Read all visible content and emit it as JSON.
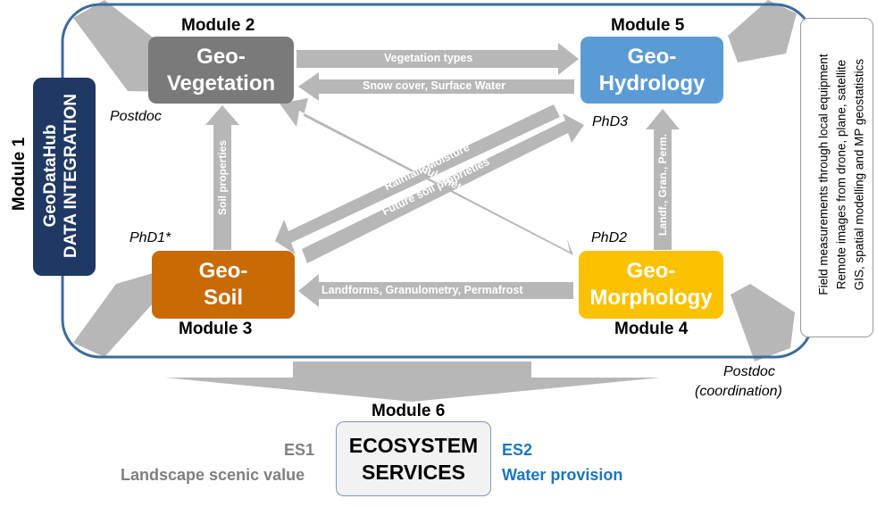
{
  "colors": {
    "frame": "#3d6b9e",
    "arrow": "#b7b7b7",
    "vegetation": "#7a7a7a",
    "hydrology": "#5b9bd5",
    "soil": "#c96a05",
    "morphology": "#fcc100",
    "hub": "#1f3864",
    "es2": "#1b76c0",
    "es1": "#808080"
  },
  "modules": {
    "m1_label": "Module 1",
    "m2_label": "Module 2",
    "m3_label": "Module 3",
    "m4_label": "Module 4",
    "m5_label": "Module 5",
    "m6_label": "Module 6"
  },
  "boxes": {
    "vegetation": [
      "Geo-",
      "Vegetation"
    ],
    "hydrology": [
      "Geo-",
      "Hydrology"
    ],
    "soil": [
      "Geo-",
      "Soil"
    ],
    "morphology": [
      "Geo-",
      "Morphology"
    ],
    "hub_line1": "GeoDataHub",
    "hub_line2": "DATA INTEGRATION",
    "services": [
      "ECOSYSTEM",
      "SERVICES"
    ]
  },
  "roles": {
    "m2": "Postdoc",
    "m5": "PhD3",
    "m3": "PhD1*",
    "m4": "PhD2",
    "coord_line1": "Postdoc",
    "coord_line2": "(coordination)"
  },
  "flows": {
    "veg_to_hydro": "Vegetation types",
    "hydro_to_veg": "Snow cover,  Surface Water",
    "soil_to_veg": "Soil properties",
    "morph_to_hydro": "Landf., Gran., Perm.",
    "morph_to_soil": "Landforms, Granulometry, Permafrost",
    "morph_to_veg": "Landforms,       Granulometry,        Permafrost",
    "hydro_to_soil_1": "Rainfall,          Moisture",
    "hydro_to_soil_2": "Future soil      proprieties"
  },
  "side_panel": {
    "lines": [
      "Field measurements through local equipment",
      "Remote images from drone, plane, satellite",
      "GIS, spatial modelling and MP geostatistics"
    ]
  },
  "ecosystem_services": {
    "es1_code": "ES1",
    "es1_name": "Landscape scenic value",
    "es2_code": "ES2",
    "es2_name": "Water provision"
  }
}
